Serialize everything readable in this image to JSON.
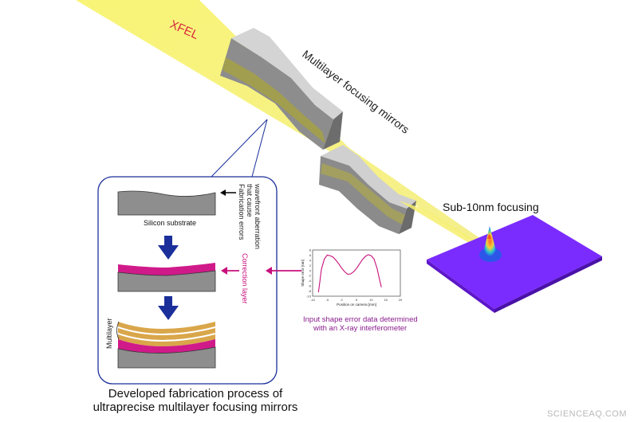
{
  "labels": {
    "xfel": "XFEL",
    "mirrors": "Multilayer focusing mirrors",
    "sub10": "Sub-10nm focusing",
    "silicon": "Silicon substrate",
    "fab_errors": [
      "Fabrication errors",
      "that cause",
      "wavefront aberration"
    ],
    "correction": "Correction layer",
    "multilayer": "Multilayer",
    "input_note": [
      "Input shape error data determined",
      "with an X-ray interferometer"
    ]
  },
  "caption": {
    "line1": "Developed fabrication process of",
    "line2": "ultraprecise multilayer focusing mirrors"
  },
  "watermark": "SCIENCEAQ.COM",
  "colors": {
    "beam": "#f6f27a",
    "xfel_text": "#d7263a",
    "magenta": "#c8107c",
    "multilayer_gold": "#d9a64a",
    "substrate": "#8e8e8e",
    "arrow_blue": "#1b2f9b",
    "spot_surface": "#7a2cff"
  },
  "chart_data": {
    "type": "line",
    "title": "",
    "xlabel": "Position on camera [mm]",
    "ylabel": "Shape error [nm]",
    "xlim": [
      -10,
      20
    ],
    "ylim": [
      -10,
      8
    ],
    "x_ticks": [
      "-10",
      "-5",
      "0",
      "5",
      "10",
      "15",
      "20"
    ],
    "y_ticks": [
      "8",
      "6",
      "4",
      "2",
      "0",
      "-2",
      "-4",
      "-6",
      "-8",
      "-10"
    ],
    "series": [
      {
        "x": [
          -8,
          -7.5,
          -7,
          -6,
          -5,
          -4,
          -3,
          -2,
          -1,
          0,
          1,
          2,
          3,
          4,
          5,
          6,
          7,
          8,
          9,
          10,
          11,
          12,
          13,
          13.5
        ],
        "y": [
          -8.5,
          -4,
          0.5,
          4.5,
          6,
          5.8,
          5.2,
          4,
          2.5,
          0.8,
          -0.5,
          -1.5,
          -1.3,
          -0.5,
          0.8,
          2.5,
          4.2,
          5.5,
          6.2,
          5.8,
          4.5,
          1,
          -4,
          -6.5
        ]
      }
    ]
  }
}
